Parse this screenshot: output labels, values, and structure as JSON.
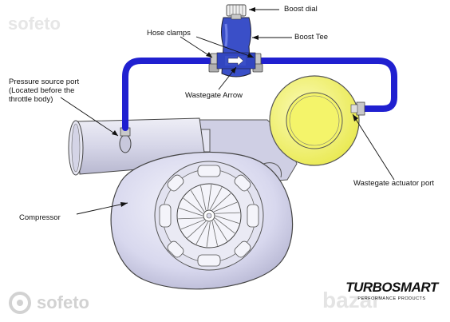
{
  "labels": {
    "boost_dial": "Boost dial",
    "boost_tee": "Boost Tee",
    "hose_clamps": "Hose clamps",
    "pressure_port": "Pressure source port\n(Located before the\nthrottle body)",
    "wastegate_arrow": "Wastegate Arrow",
    "actuator_port": "Wastegate actuator port",
    "compressor": "Compressor"
  },
  "watermarks": {
    "top_left": "sofeto",
    "bottom_left": "sofeto",
    "bottom_right": "bazar"
  },
  "brand": {
    "name": "TURBOSMART",
    "tagline": "PERFORMANCE PRODUCTS"
  },
  "colors": {
    "hose": "#2020d0",
    "boost_tee": "#3a4fc8",
    "actuator": "#f4f46a",
    "housing": "#dcdcf0",
    "wheel": "#f4f4fa"
  }
}
